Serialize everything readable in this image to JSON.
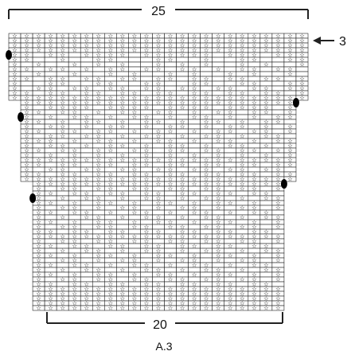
{
  "chart": {
    "top_width_label": "25",
    "bottom_width_label": "20",
    "row_marker_label": "3",
    "chart_name": "A.3"
  },
  "grid": {
    "symbol": "star",
    "symbol_char": "☆",
    "row_widths": [
      25,
      25,
      25,
      25,
      25,
      25,
      25,
      25,
      25,
      25,
      25,
      25,
      25,
      25,
      23,
      23,
      23,
      23,
      23,
      23,
      23,
      23,
      23,
      23,
      23,
      23,
      23,
      23,
      23,
      23,
      23,
      21,
      21,
      21,
      21,
      21,
      21,
      21,
      21,
      21,
      21,
      21,
      21,
      21,
      21,
      21,
      21,
      21,
      21,
      21,
      21,
      21,
      21,
      21,
      21,
      21,
      21,
      21
    ],
    "row_left_offsets": [
      0,
      0,
      0,
      0,
      0,
      0,
      0,
      0,
      0,
      0,
      0,
      0,
      0,
      0,
      1,
      1,
      1,
      1,
      1,
      1,
      1,
      1,
      1,
      1,
      1,
      1,
      1,
      1,
      1,
      1,
      1,
      2,
      2,
      2,
      2,
      2,
      2,
      2,
      2,
      2,
      2,
      2,
      2,
      2,
      2,
      2,
      2,
      2,
      2,
      2,
      2,
      2,
      2,
      2,
      2,
      2,
      2,
      2
    ],
    "pattern": [
      "1111111111111111111111111",
      "1111111111111111111111111",
      "1111111111111111111111111",
      "1111111111111111111111111",
      "1101101111011111101110111",
      "1100100110001100100110011",
      "1010010101001010100101001",
      "1101101011011011010110110",
      "1010010010100101001010010",
      "1101101101101101101101101",
      "1001100110011001100110011",
      "1011011011011011011011011",
      "1101101101101101101101101",
      "1111111111111111111111111",
      "11111111111111111111111",
      "10111101111011110111101",
      "11011010110110101101101",
      "10101101011010110101011",
      "11010110101101011010110",
      "10110101101011010110101",
      "11011011010110101101101",
      "10110110101101011010110",
      "11101011010110101101011",
      "10110101101011010110101",
      "11011011011011011011011",
      "10101010101010101010101",
      "11111111111111111111111",
      "11011011011011011011011",
      "10110110110110110110110",
      "11011011011011011011011",
      "11111111111111111111111",
      "111111111111111111111",
      "101101101101101101101",
      "110110110110110110110",
      "101011010110101101011",
      "110101101011010110101",
      "101101011010110101101",
      "110110101101011010110",
      "101011010110101101011",
      "110101101011010110101",
      "101101101101101101101",
      "110110110110110110110",
      "111111111111111111111",
      "101101101101101101101",
      "110110110110110110110",
      "101011010110101101011",
      "110101101011010110101",
      "101101011010110101101",
      "110110101101011010110",
      "101011010110101101011",
      "110101101011010110101",
      "101101101101101101101",
      "110110110110110110110",
      "111111111111111111111",
      "111111111111111111111",
      "111111111111111111111",
      "111111111111111111111",
      "111111111111111111111"
    ],
    "markers": [
      {
        "row": 4,
        "side": "left"
      },
      {
        "row": 14,
        "side": "right"
      },
      {
        "row": 17,
        "side": "left"
      },
      {
        "row": 31,
        "side": "right"
      },
      {
        "row": 34,
        "side": "left"
      }
    ],
    "colors": {
      "line": "#222222",
      "star": "#222222",
      "marker": "#000000",
      "background": "#ffffff"
    }
  }
}
